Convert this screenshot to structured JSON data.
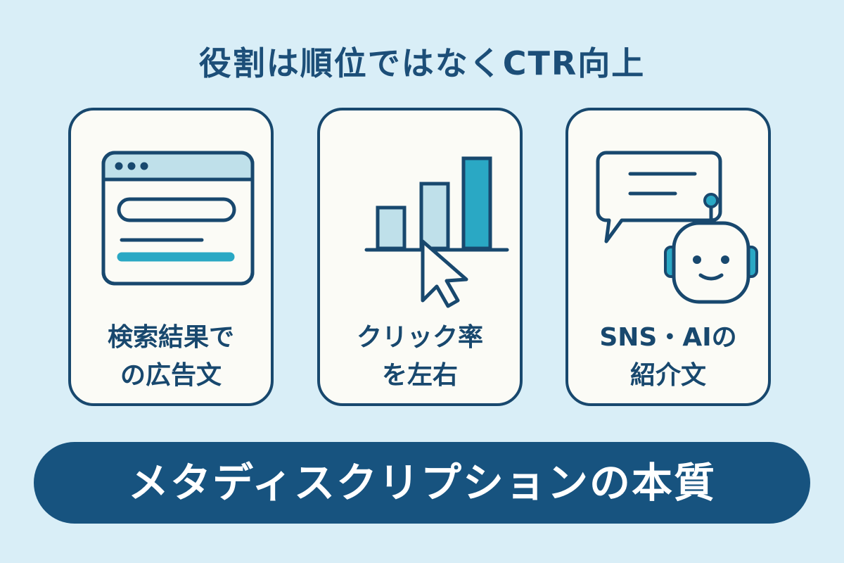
{
  "headline": "役割は順位ではなくCTR向上",
  "cards": [
    {
      "line1": "検索結果で",
      "line2": "の広告文",
      "icon": "browser-window-icon"
    },
    {
      "line1": "クリック率",
      "line2": "を左右",
      "icon": "bar-chart-cursor-icon"
    },
    {
      "line1": "SNS・AIの",
      "line2": "紹介文",
      "icon": "chat-robot-icon"
    }
  ],
  "banner": "メタディスクリプションの本質",
  "colors": {
    "background": "#d9eef7",
    "navy": "#18486e",
    "teal": "#2aa8c4",
    "light_blue": "#bfe0ea",
    "card": "#fbfbf6"
  }
}
